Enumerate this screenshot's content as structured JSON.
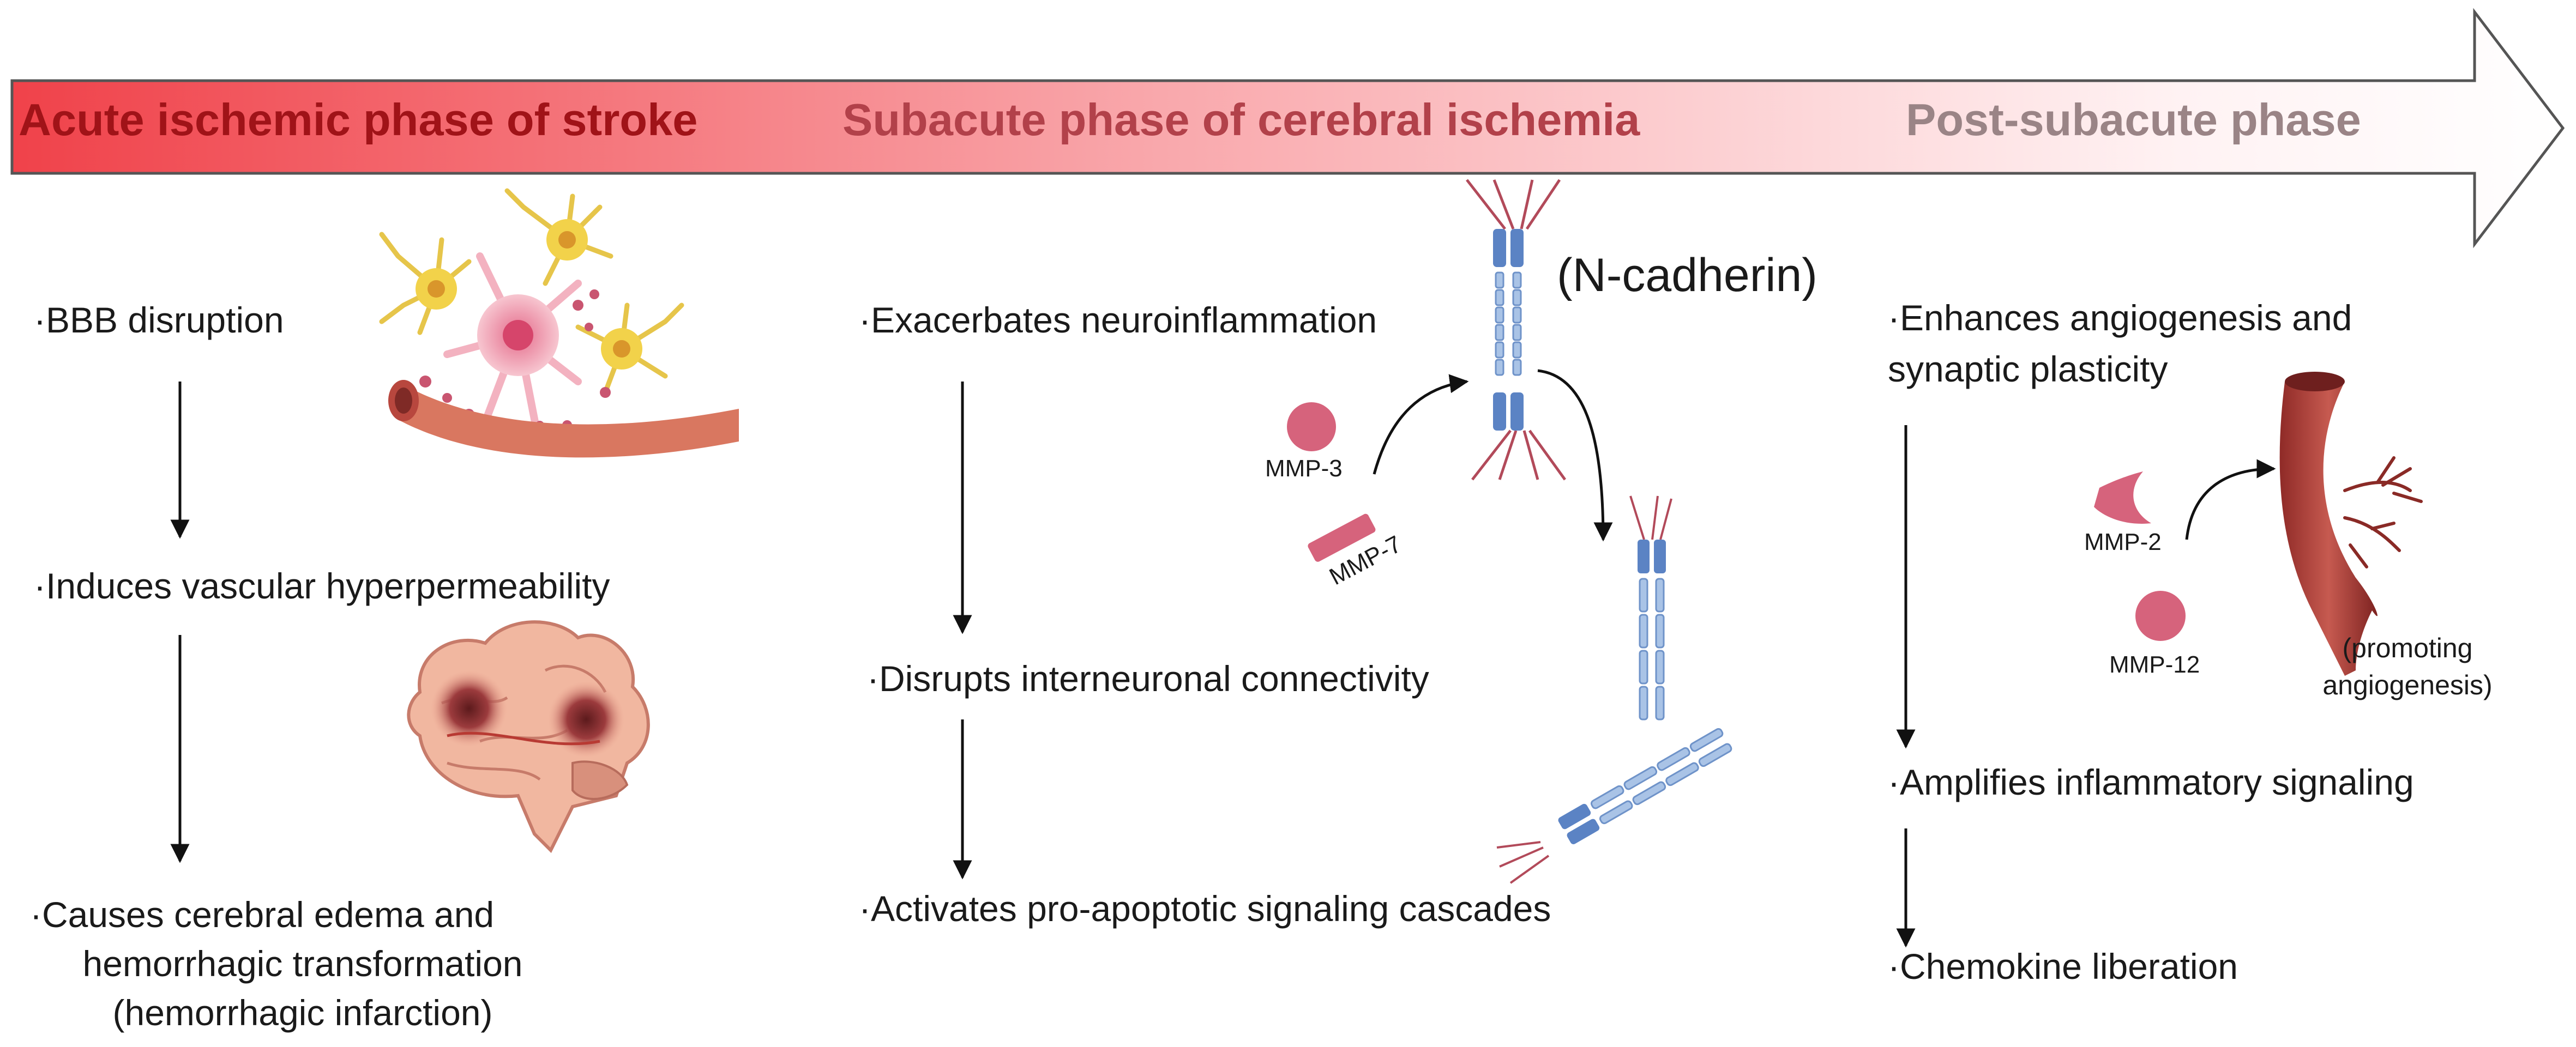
{
  "timeline": {
    "phases": [
      "Acute ischemic phase of stroke",
      "Subacute phase of cerebral ischemia",
      "Post-subacute phase"
    ],
    "colors": {
      "start": "#f0424a",
      "end": "#ffffff",
      "phase1": "#a01318",
      "phase2": "#b2414a",
      "phase3": "#9a8486"
    }
  },
  "acute": {
    "item1": "·BBB disruption",
    "item2": "·Induces vascular hyperpermeability",
    "item3_line1": "·Causes cerebral edema and",
    "item3_line2": "hemorrhagic transformation",
    "item3_line3": "(hemorrhagic infarction)"
  },
  "subacute": {
    "item1": "·Exacerbates neuroinflammation",
    "item2": "·Disrupts interneuronal connectivity",
    "item3": "·Activates pro-apoptotic signaling cascades",
    "protein_label": "(N-cadherin)",
    "mmp3": "MMP-3",
    "mmp7": "MMP-7"
  },
  "postsubacute": {
    "item1_line1": "·Enhances angiogenesis and",
    "item1_line2": "synaptic plasticity",
    "item2": "·Amplifies inflammatory signaling",
    "item3": "·Chemokine liberation",
    "mmp2": "MMP-2",
    "mmp12": "MMP-12",
    "vessel_line1": "(promoting",
    "vessel_line2": "angiogenesis)"
  },
  "icons": [
    "glial-neuron-cluster-icon",
    "blood-vessel-icon",
    "brain-icon",
    "n-cadherin-icon",
    "artery-branch-icon"
  ]
}
